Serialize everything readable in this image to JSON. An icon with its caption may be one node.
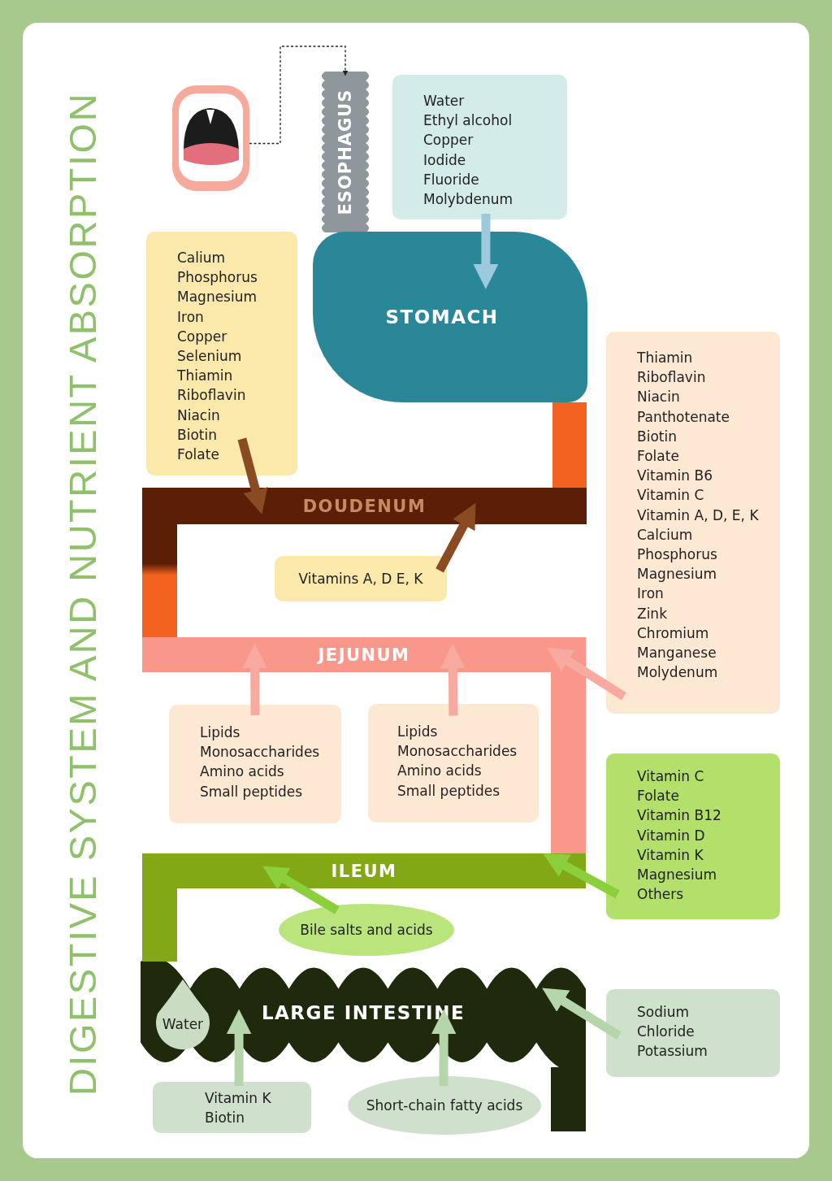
{
  "diagram": {
    "title": "DIGESTIVE SYSTEM AND NUTRIENT ABSORPTION",
    "nodes": [
      {
        "text": [],
        "shape": "picture"
      },
      {
        "text": [
          "ESOPHAGUS"
        ]
      },
      {
        "text": [
          "Water",
          "Ethyl alcohol",
          "Copper",
          "Iodide",
          "Fluoride",
          "Molybdenum"
        ]
      },
      {
        "text": [
          "STOMACH"
        ]
      },
      {
        "text": [
          "Calium",
          "Phosphorus",
          "Magnesium",
          "Iron",
          "Copper",
          "Selenium",
          "Thiamin",
          "Riboflavin",
          "Niacin",
          "Biotin",
          "Folate"
        ]
      },
      {
        "text": [
          "DOUDENUM"
        ]
      },
      {
        "text": [
          "Vitamins A, D E, K"
        ]
      },
      {
        "text": [
          "Thiamin",
          "Riboflavin",
          "Niacin",
          "Panthotenate",
          "Biotin",
          "Folate",
          "Vitamin B6",
          "Vitamin C",
          "Vitamin A, D, E, K",
          "Calcium",
          "Phosphorus",
          "Magnesium",
          "Iron",
          "Zink",
          "Chromium",
          "Manganese",
          "Molydenum"
        ]
      },
      {
        "text": [
          "JEJUNUM"
        ]
      },
      {
        "text": [
          "Lipids",
          "Monosaccharides",
          "Amino acids",
          "Small peptides"
        ]
      },
      {
        "text": [
          "Lipids",
          "Monosaccharides",
          "Amino acids",
          "Small peptides"
        ]
      },
      {
        "text": [
          "ILEUM"
        ]
      },
      {
        "text": [
          "Vitamin C",
          "Folate",
          "Vitamin B12",
          "Vitamin D",
          "Vitamin K",
          "Magnesium",
          "Others"
        ]
      },
      {
        "text": [
          "Bile salts and acids"
        ]
      },
      {
        "text": [
          "LARGE INTESTINE"
        ]
      },
      {
        "text": [
          "Water"
        ],
        "in": 14
      },
      {
        "text": [
          "Sodium",
          "Chloride",
          "Potassium"
        ]
      },
      {
        "text": [
          "Vitamin K",
          "Biotin"
        ]
      },
      {
        "text": [
          "Short-chain fatty acids"
        ]
      },
      {
        "text": [],
        "shape": "bar"
      },
      {
        "text": [],
        "shape": "bar"
      },
      {
        "text": [],
        "shape": "bar"
      },
      {
        "text": [],
        "shape": "bar"
      },
      {
        "text": [],
        "shape": "bar"
      }
    ],
    "edges": [
      {
        "from": 0,
        "to": 1,
        "arrow": "to",
        "style": "dashed",
        "color": "#222222"
      },
      {
        "from": 2,
        "to": 3,
        "arrow": "to",
        "color": "#9ccadc"
      },
      {
        "from": 4,
        "to": 5,
        "arrow": "to",
        "color": "#8a4a22"
      },
      {
        "from": 6,
        "to": 5,
        "arrow": "to",
        "color": "#8a4a22"
      },
      {
        "from": 9,
        "to": 8,
        "arrow": "to",
        "color": "#f8aaa0"
      },
      {
        "from": 10,
        "to": 8,
        "arrow": "to",
        "color": "#f8aaa0"
      },
      {
        "from": 7,
        "to": 8,
        "arrow": "to",
        "color": "#f8aaa0"
      },
      {
        "from": 12,
        "to": 11,
        "arrow": "to",
        "color": "#8ccf3c"
      },
      {
        "from": 13,
        "to": 11,
        "arrow": "to",
        "color": "#8ccf3c"
      },
      {
        "from": 16,
        "to": 14,
        "arrow": "to",
        "color": "#b5d5aa"
      },
      {
        "from": 17,
        "to": 14,
        "arrow": "to",
        "color": "#b5d5aa"
      },
      {
        "from": 18,
        "to": 14,
        "arrow": "to",
        "color": "#b5d5aa"
      }
    ]
  }
}
